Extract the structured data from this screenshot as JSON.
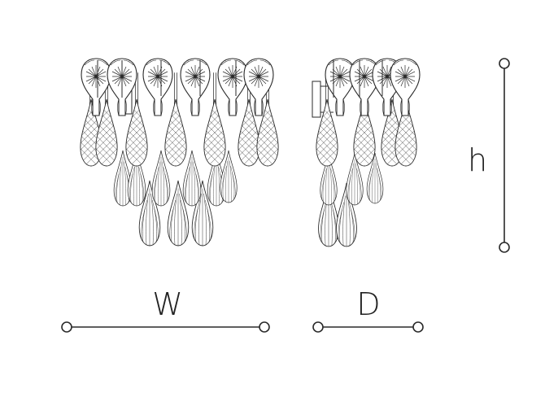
{
  "dimensions": {
    "width_label": "W",
    "depth_label": "D",
    "height_label": "h"
  },
  "colors": {
    "line": "#2a2a2a",
    "fill": "#ffffff"
  }
}
